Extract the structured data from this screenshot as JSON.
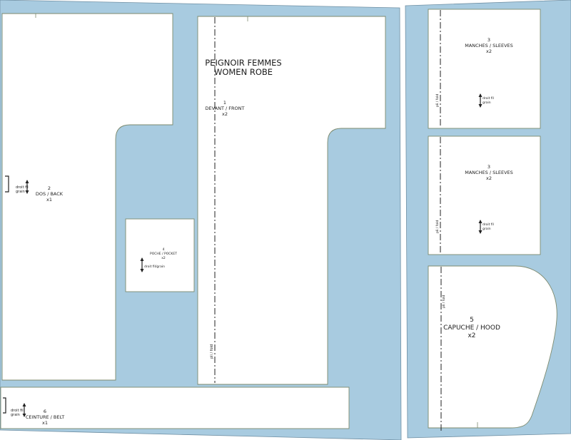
{
  "title": {
    "line1": "PEIGNOIR FEMMES",
    "line2": "WOMEN ROBE"
  },
  "grain_label": {
    "line1": "droit fil",
    "line2": "grain",
    "inline": "droit fil/grain"
  },
  "fold_label": "pli / fold",
  "pieces": {
    "front": {
      "number": "1",
      "name": "DEVANT / FRONT",
      "qty": "x2"
    },
    "back": {
      "number": "2",
      "name": "DOS / BACK",
      "qty": "x1"
    },
    "sleeve_a": {
      "number": "3",
      "name": "MANCHES / SLEEVES",
      "qty": "x2"
    },
    "sleeve_b": {
      "number": "3",
      "name": "MANCHES / SLEEVES",
      "qty": "x2"
    },
    "pocket": {
      "number": "4",
      "name": "POCHE / POCKET",
      "qty": "x2"
    },
    "hood": {
      "number": "5",
      "name": "CAPUCHE / HOOD",
      "qty": "x2"
    },
    "belt": {
      "number": "6",
      "name": "CEINTURE / BELT",
      "qty": "x1"
    }
  },
  "colors": {
    "sheet": "#a8cbe0",
    "piece": "#ffffff",
    "outline": "#7d8a6e"
  }
}
